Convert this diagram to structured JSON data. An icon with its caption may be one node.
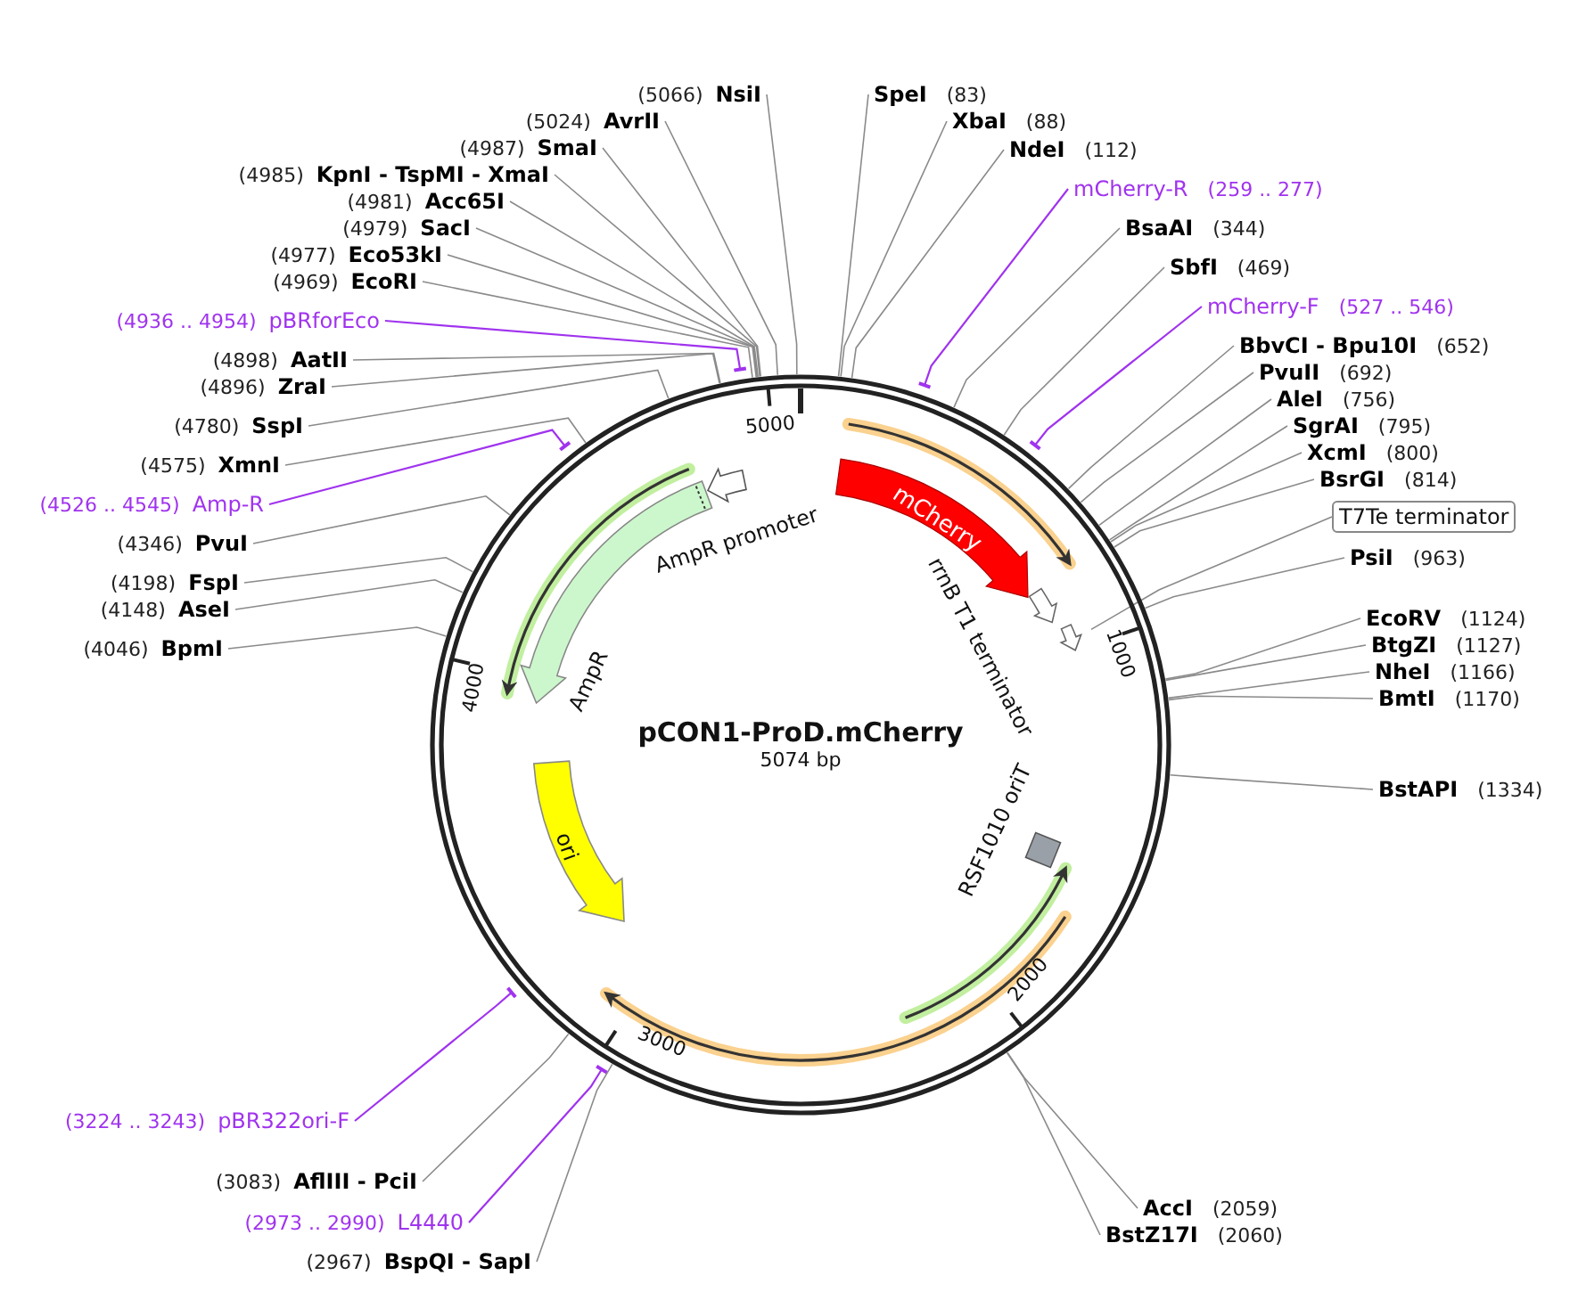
{
  "diagram": {
    "title": "pCON1-ProD.mCherry",
    "caption": "5074 bp",
    "nodes": [
      {
        "text": [
          "(5066)",
          "NsiI"
        ]
      },
      {
        "text": [
          "(5024)",
          "AvrII"
        ]
      },
      {
        "text": [
          "(4987)",
          "SmaI"
        ]
      },
      {
        "text": [
          "(4985)",
          "KpnI - TspMI - XmaI"
        ]
      },
      {
        "text": [
          "(4981)",
          "Acc65I"
        ]
      },
      {
        "text": [
          "(4979)",
          "SacI"
        ]
      },
      {
        "text": [
          "(4977)",
          "Eco53kI"
        ]
      },
      {
        "text": [
          "(4969)",
          "EcoRI"
        ]
      },
      {
        "text": [
          "(4936 .. 4954)",
          "pBRforEco"
        ]
      },
      {
        "text": [
          "(4898)",
          "AatII"
        ]
      },
      {
        "text": [
          "(4896)",
          "ZraI"
        ]
      },
      {
        "text": [
          "(4780)",
          "SspI"
        ]
      },
      {
        "text": [
          "(4575)",
          "XmnI"
        ]
      },
      {
        "text": [
          "(4526 .. 4545)",
          "Amp-R"
        ]
      },
      {
        "text": [
          "(4346)",
          "PvuI"
        ]
      },
      {
        "text": [
          "(4198)",
          "FspI"
        ]
      },
      {
        "text": [
          "(4148)",
          "AseI"
        ]
      },
      {
        "text": [
          "(4046)",
          "BpmI"
        ]
      },
      {
        "text": [
          "SpeI",
          "(83)"
        ]
      },
      {
        "text": [
          "XbaI",
          "(88)"
        ]
      },
      {
        "text": [
          "NdeI",
          "(112)"
        ]
      },
      {
        "text": [
          "mCherry-R",
          "(259 .. 277)"
        ]
      },
      {
        "text": [
          "BsaAI",
          "(344)"
        ]
      },
      {
        "text": [
          "SbfI",
          "(469)"
        ]
      },
      {
        "text": [
          "mCherry-F",
          "(527 .. 546)"
        ]
      },
      {
        "text": [
          "BbvCI - Bpu10I",
          "(652)"
        ]
      },
      {
        "text": [
          "PvuII",
          "(692)"
        ]
      },
      {
        "text": [
          "AleI",
          "(756)"
        ]
      },
      {
        "text": [
          "SgrAI",
          "(795)"
        ]
      },
      {
        "text": [
          "XcmI",
          "(800)"
        ]
      },
      {
        "text": [
          "BsrGI",
          "(814)"
        ]
      },
      {
        "text": [
          "T7Te terminator"
        ]
      },
      {
        "text": [
          "PsiI",
          "(963)"
        ]
      },
      {
        "text": [
          "EcoRV",
          "(1124)"
        ]
      },
      {
        "text": [
          "BtgZI",
          "(1127)"
        ]
      },
      {
        "text": [
          "NheI",
          "(1166)"
        ]
      },
      {
        "text": [
          "BmtI",
          "(1170)"
        ]
      },
      {
        "text": [
          "BstAPI",
          "(1334)"
        ]
      },
      {
        "text": [
          "AccI",
          "(2059)"
        ]
      },
      {
        "text": [
          "BstZ17I",
          "(2060)"
        ]
      },
      {
        "text": [
          "(3224 .. 3243)",
          "pBR322ori-F"
        ]
      },
      {
        "text": [
          "(3083)",
          "AflIII - PciI"
        ]
      },
      {
        "text": [
          "(2973 .. 2990)",
          "L4440"
        ]
      },
      {
        "text": [
          "(2967)",
          "BspQI - SapI"
        ]
      },
      {
        "text": [
          "mCherry"
        ]
      },
      {
        "text": [
          "rrnB T1 terminator"
        ]
      },
      {
        "text": [
          "AmpR promoter"
        ]
      },
      {
        "text": [
          "AmpR"
        ]
      },
      {
        "text": [
          "ori"
        ]
      },
      {
        "text": [
          "RSF1010 oriT"
        ]
      },
      {
        "text": [],
        "shape": "arrow"
      }
    ],
    "edges": [
      {
        "from": 0,
        "to": null,
        "arrow": "none"
      },
      {
        "from": 1,
        "to": null,
        "arrow": "none"
      },
      {
        "from": 2,
        "to": null,
        "arrow": "none"
      },
      {
        "from": 3,
        "to": null,
        "arrow": "none"
      },
      {
        "from": 4,
        "to": null,
        "arrow": "none"
      },
      {
        "from": 5,
        "to": null,
        "arrow": "none"
      },
      {
        "from": 6,
        "to": null,
        "arrow": "none"
      },
      {
        "from": 7,
        "to": null,
        "arrow": "none"
      },
      {
        "from": 8,
        "to": null,
        "arrow": "none",
        "color": "#a033ee"
      },
      {
        "from": 9,
        "to": null,
        "arrow": "none"
      },
      {
        "from": 10,
        "to": null,
        "arrow": "none"
      },
      {
        "from": 11,
        "to": null,
        "arrow": "none"
      },
      {
        "from": 12,
        "to": null,
        "arrow": "none"
      },
      {
        "from": 13,
        "to": null,
        "arrow": "none",
        "color": "#a033ee"
      },
      {
        "from": 14,
        "to": null,
        "arrow": "none"
      },
      {
        "from": 15,
        "to": null,
        "arrow": "none"
      },
      {
        "from": 16,
        "to": null,
        "arrow": "none"
      },
      {
        "from": 17,
        "to": null,
        "arrow": "none"
      },
      {
        "from": 18,
        "to": null,
        "arrow": "none"
      },
      {
        "from": 19,
        "to": null,
        "arrow": "none"
      },
      {
        "from": 20,
        "to": null,
        "arrow": "none"
      },
      {
        "from": 21,
        "to": null,
        "arrow": "none",
        "color": "#a033ee"
      },
      {
        "from": 22,
        "to": null,
        "arrow": "none"
      },
      {
        "from": 23,
        "to": null,
        "arrow": "none"
      },
      {
        "from": 24,
        "to": null,
        "arrow": "none",
        "color": "#a033ee"
      },
      {
        "from": 25,
        "to": null,
        "arrow": "none"
      },
      {
        "from": 26,
        "to": null,
        "arrow": "none"
      },
      {
        "from": 27,
        "to": null,
        "arrow": "none"
      },
      {
        "from": 28,
        "to": null,
        "arrow": "none"
      },
      {
        "from": 29,
        "to": null,
        "arrow": "none"
      },
      {
        "from": 30,
        "to": null,
        "arrow": "none"
      },
      {
        "from": 31,
        "to": 50,
        "arrow": "none"
      },
      {
        "from": 32,
        "to": null,
        "arrow": "none"
      },
      {
        "from": 33,
        "to": null,
        "arrow": "none"
      },
      {
        "from": 34,
        "to": null,
        "arrow": "none"
      },
      {
        "from": 35,
        "to": null,
        "arrow": "none"
      },
      {
        "from": 36,
        "to": null,
        "arrow": "none"
      },
      {
        "from": 37,
        "to": null,
        "arrow": "none"
      },
      {
        "from": 38,
        "to": null,
        "arrow": "none"
      },
      {
        "from": 39,
        "to": null,
        "arrow": "none"
      },
      {
        "from": 40,
        "to": null,
        "arrow": "none",
        "color": "#a033ee"
      },
      {
        "from": 41,
        "to": null,
        "arrow": "none"
      },
      {
        "from": 42,
        "to": null,
        "arrow": "none",
        "color": "#a033ee"
      },
      {
        "from": 43,
        "to": null,
        "arrow": "none"
      }
    ],
    "labels": [
      "5000",
      "1000",
      "2000",
      "3000",
      "4000"
    ]
  }
}
